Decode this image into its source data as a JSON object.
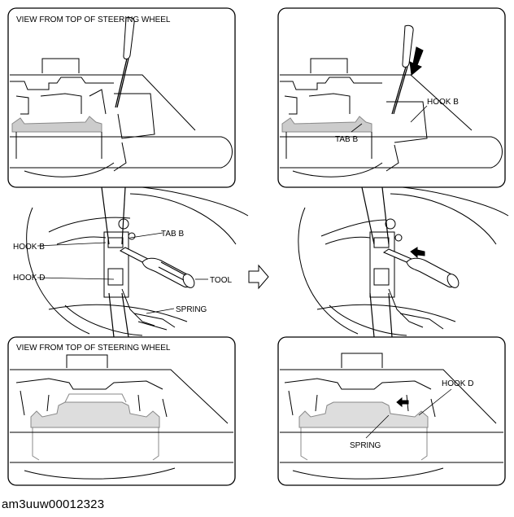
{
  "panels": {
    "top_left": {
      "header": "VIEW FROM TOP OF STEERING WHEEL"
    },
    "top_right": {
      "labels": {
        "hook_b": "HOOK B",
        "tab_b": "TAB B"
      }
    },
    "middle_left": {
      "labels": {
        "tab_b": "TAB B",
        "hook_b": "HOOK B",
        "hook_d": "HOOK D",
        "tool": "TOOL",
        "spring": "SPRING"
      }
    },
    "bottom_left": {
      "header": "VIEW FROM TOP OF STEERING WHEEL"
    },
    "bottom_right": {
      "labels": {
        "hook_d": "HOOK D",
        "spring": "SPRING"
      }
    }
  },
  "caption": "am3uuw00012323"
}
